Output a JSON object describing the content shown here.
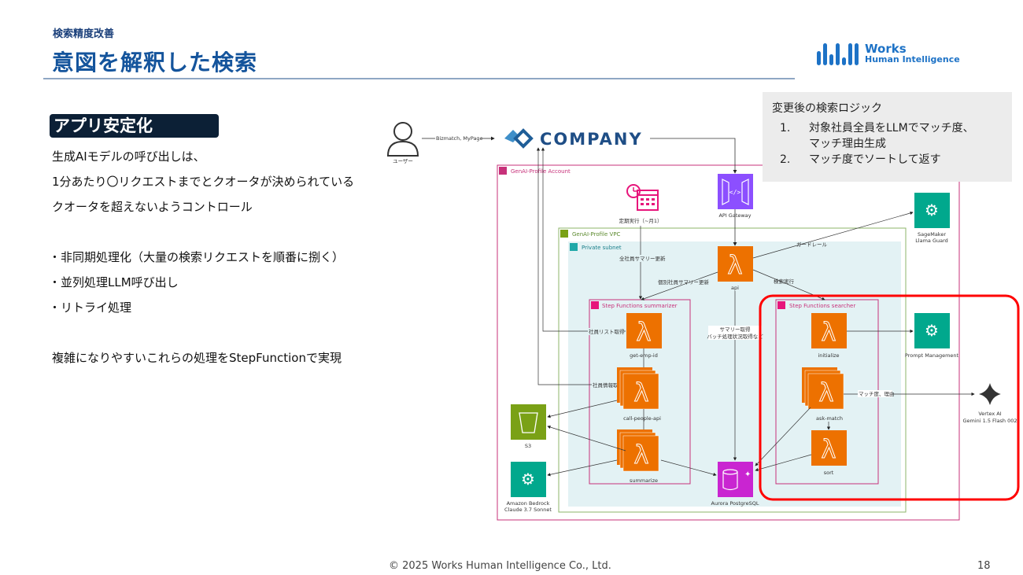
{
  "header": {
    "eyebrow": "検索精度改善",
    "title": "意図を解釈した検索",
    "logo_line1": "Works",
    "logo_line2": "Human Intelligence"
  },
  "left_panel": {
    "section_badge": "アプリ安定化",
    "intro_lines": [
      "生成AIモデルの呼び出しは、",
      "1分あたり〇リクエストまでとクオータが決められている",
      "クオータを超えないようコントロール"
    ],
    "bullets": [
      "・非同期処理化（大量の検索リクエストを順番に捌く）",
      "・並列処理LLM呼び出し",
      "・リトライ処理"
    ],
    "conclusion": "複雑になりやすいこれらの処理をStepFunctionで実現"
  },
  "callout": {
    "heading": "変更後の検索ロジック",
    "items": [
      {
        "num": "1.",
        "line1": "対象社員全員をLLMでマッチ度、",
        "line2": "マッチ理由生成"
      },
      {
        "num": "2.",
        "line1": "マッチ度でソートして返す",
        "line2": ""
      }
    ]
  },
  "diagram": {
    "user_label": "ユーザー",
    "user_edge_label": "Bizmatch, MyPage",
    "company_label": "COMPANY",
    "account_group": "GenAI-Profile Account",
    "vpc_group": "GenAI-Profile VPC",
    "subnet_group": "Private subnet",
    "scheduler_label": "定期実行（~月1）",
    "api_gateway_label": "API Gateway",
    "api_lambda_label": "api",
    "sagemaker_label_1": "SageMaker",
    "sagemaker_label_2": "Llama Guard",
    "guardrail_edge": "ガードレール",
    "all_summary_edge": "全社員サマリー更新",
    "individual_summary_edge": "個別社員サマリー更新",
    "search_exec_edge": "検索実行",
    "summary_fetch_edge_1": "サマリー取得",
    "summary_fetch_edge_2": "バッチ処理状況取得など",
    "summarizer_group": "Step Functions summarizer",
    "searcher_group": "Step Functions searcher",
    "get_emp_id": "get-emp-id",
    "call_people_api": "call-people-api",
    "summarize": "summarize",
    "emp_list_edge": "社員リスト取得",
    "emp_info_edge": "社員情報取得",
    "initialize": "initialize",
    "ask_match": "ask-match",
    "sort": "sort",
    "match_edge": "マッチ度、理由",
    "prompt_mgmt": "Prompt Management",
    "vertex_1": "Vertex AI",
    "vertex_2": "Gemini 1.5 Flash 002",
    "s3": "S3",
    "bedrock_1": "Amazon Bedrock",
    "bedrock_2": "Claude 3.7 Sonnet",
    "aurora": "Aurora PostgreSQL"
  },
  "colors": {
    "lambda": "#ed7100",
    "api_gateway": "#8c4fff",
    "ml": "#01a88d",
    "s3": "#7aa116",
    "aurora": "#c925d1",
    "scheduler": "#e7157b",
    "highlight": "#ff0000"
  },
  "footer": {
    "copyright": "© 2025 Works Human Intelligence Co., Ltd.",
    "page_number": "18"
  }
}
